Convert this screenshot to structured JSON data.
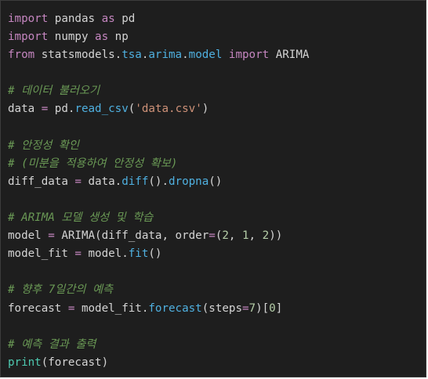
{
  "editor": {
    "lines": [
      [
        {
          "t": "kw",
          "v": "import"
        },
        {
          "t": "tx",
          "v": " pandas "
        },
        {
          "t": "kw",
          "v": "as"
        },
        {
          "t": "tx",
          "v": " pd"
        }
      ],
      [
        {
          "t": "kw",
          "v": "import"
        },
        {
          "t": "tx",
          "v": " numpy "
        },
        {
          "t": "kw",
          "v": "as"
        },
        {
          "t": "tx",
          "v": " np"
        }
      ],
      [
        {
          "t": "kw",
          "v": "from"
        },
        {
          "t": "tx",
          "v": " statsmodels."
        },
        {
          "t": "mt",
          "v": "tsa"
        },
        {
          "t": "tx",
          "v": "."
        },
        {
          "t": "mt",
          "v": "arima"
        },
        {
          "t": "tx",
          "v": "."
        },
        {
          "t": "mt",
          "v": "model"
        },
        {
          "t": "tx",
          "v": " "
        },
        {
          "t": "kw",
          "v": "import"
        },
        {
          "t": "tx",
          "v": " ARIMA"
        }
      ],
      [],
      [
        {
          "t": "cm",
          "v": "# 데이터 불러오기"
        }
      ],
      [
        {
          "t": "tx",
          "v": "data "
        },
        {
          "t": "op",
          "v": "="
        },
        {
          "t": "tx",
          "v": " pd."
        },
        {
          "t": "mt",
          "v": "read_csv"
        },
        {
          "t": "tx",
          "v": "("
        },
        {
          "t": "st",
          "v": "'data.csv'"
        },
        {
          "t": "tx",
          "v": ")"
        }
      ],
      [],
      [
        {
          "t": "cm",
          "v": "# 안정성 확인"
        }
      ],
      [
        {
          "t": "cm",
          "v": "# (미분을 적용하여 안정성 확보)"
        }
      ],
      [
        {
          "t": "tx",
          "v": "diff_data "
        },
        {
          "t": "op",
          "v": "="
        },
        {
          "t": "tx",
          "v": " data."
        },
        {
          "t": "mt",
          "v": "diff"
        },
        {
          "t": "tx",
          "v": "()."
        },
        {
          "t": "mt",
          "v": "dropna"
        },
        {
          "t": "tx",
          "v": "()"
        }
      ],
      [],
      [
        {
          "t": "cm",
          "v": "# ARIMA 모델 생성 및 학습"
        }
      ],
      [
        {
          "t": "tx",
          "v": "model "
        },
        {
          "t": "op",
          "v": "="
        },
        {
          "t": "tx",
          "v": " ARIMA(diff_data, order"
        },
        {
          "t": "op",
          "v": "="
        },
        {
          "t": "tx",
          "v": "("
        },
        {
          "t": "nm",
          "v": "2"
        },
        {
          "t": "tx",
          "v": ", "
        },
        {
          "t": "nm",
          "v": "1"
        },
        {
          "t": "tx",
          "v": ", "
        },
        {
          "t": "nm",
          "v": "2"
        },
        {
          "t": "tx",
          "v": "))"
        }
      ],
      [
        {
          "t": "tx",
          "v": "model_fit "
        },
        {
          "t": "op",
          "v": "="
        },
        {
          "t": "tx",
          "v": " model."
        },
        {
          "t": "mt",
          "v": "fit"
        },
        {
          "t": "tx",
          "v": "()"
        }
      ],
      [],
      [
        {
          "t": "cm",
          "v": "# 향후 7일간의 예측"
        }
      ],
      [
        {
          "t": "tx",
          "v": "forecast "
        },
        {
          "t": "op",
          "v": "="
        },
        {
          "t": "tx",
          "v": " model_fit."
        },
        {
          "t": "mt",
          "v": "forecast"
        },
        {
          "t": "tx",
          "v": "(steps"
        },
        {
          "t": "op",
          "v": "="
        },
        {
          "t": "nm",
          "v": "7"
        },
        {
          "t": "tx",
          "v": ")["
        },
        {
          "t": "nm",
          "v": "0"
        },
        {
          "t": "tx",
          "v": "]"
        }
      ],
      [],
      [
        {
          "t": "cm",
          "v": "# 예측 결과 출력"
        }
      ],
      [
        {
          "t": "fn",
          "v": "print"
        },
        {
          "t": "tx",
          "v": "(forecast)"
        }
      ]
    ]
  },
  "colors": {
    "background": "#1e1e1e",
    "keyword": "#c586c0",
    "builtin": "#4ec9b0",
    "method": "#4fb0e0",
    "string": "#ce9178",
    "number": "#b5cea8",
    "comment": "#6a9955",
    "text": "#d4d4d4"
  }
}
